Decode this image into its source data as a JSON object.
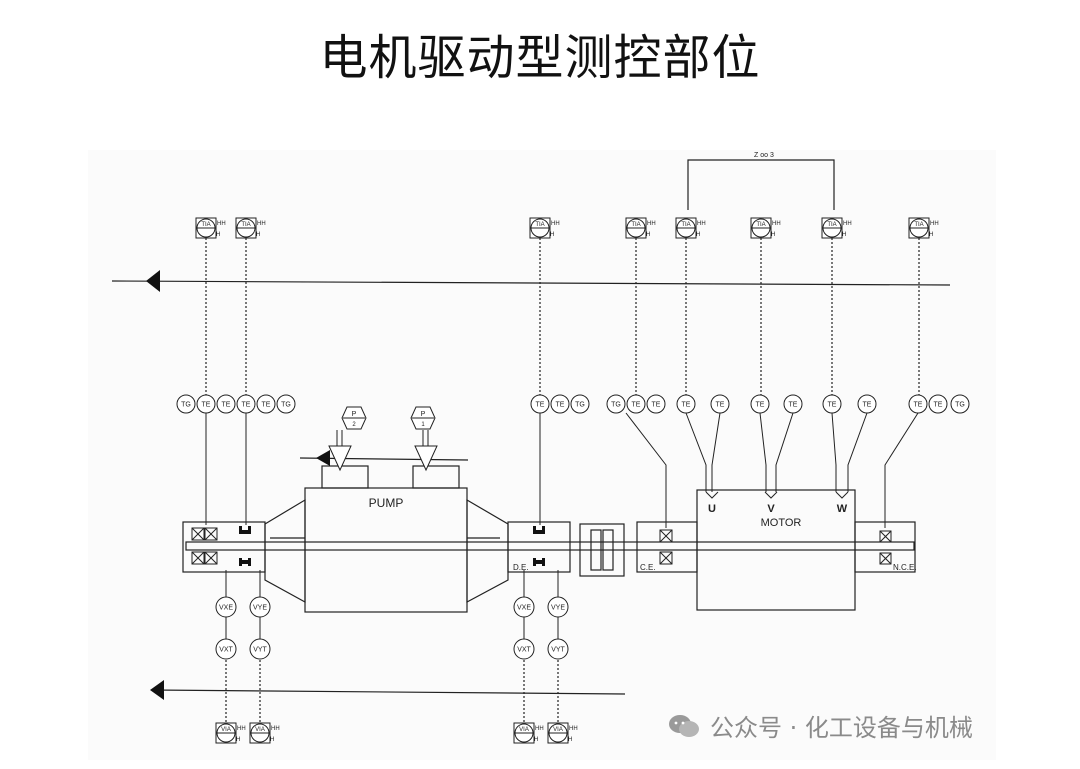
{
  "page": {
    "title": "电机驱动型测控部位"
  },
  "diagram": {
    "zone_label": "Z oo 3",
    "pump_label": "PUMP",
    "motor_label": "MOTOR",
    "de_label": "D.E.",
    "ce_label": "C.E.",
    "nce_label": "N.C.E.",
    "phases": [
      "U",
      "V",
      "W"
    ],
    "p_gauges": [
      {
        "top": "P",
        "bottom": "2"
      },
      {
        "top": "P",
        "bottom": "1"
      }
    ],
    "top_instruments": [
      {
        "label": "TIA",
        "hh": "HH",
        "h": "H"
      },
      {
        "label": "TIA",
        "hh": "HH",
        "h": "H"
      },
      {
        "label": "TIA",
        "hh": "HH",
        "h": "H"
      },
      {
        "label": "TIA",
        "hh": "HH",
        "h": "H"
      },
      {
        "label": "TIA",
        "hh": "HH",
        "h": "H"
      },
      {
        "label": "TIA",
        "hh": "HH",
        "h": "H"
      },
      {
        "label": "TIA",
        "hh": "HH",
        "h": "H"
      },
      {
        "label": "TIA",
        "hh": "HH",
        "h": "H"
      }
    ],
    "bottom_instruments": [
      {
        "label": "VIA",
        "hh": "HH",
        "h": "H"
      },
      {
        "label": "VIA",
        "hh": "HH",
        "h": "H"
      },
      {
        "label": "VIA",
        "hh": "HH",
        "h": "H"
      },
      {
        "label": "VIA",
        "hh": "HH",
        "h": "H"
      }
    ],
    "temp_circles": [
      "TG",
      "TE",
      "TE",
      "TE",
      "TE",
      "TG",
      "TE",
      "TE",
      "TG",
      "TG",
      "TE",
      "TE",
      "TE",
      "TE",
      "TE",
      "TE",
      "TE",
      "TE",
      "TE",
      "TE",
      "TG"
    ],
    "vib_circles": [
      "VXE",
      "VYE",
      "VXT",
      "VYT",
      "VXE",
      "VYE",
      "VXT",
      "VYT"
    ]
  },
  "watermark": {
    "text": "公众号 · 化工设备与机械"
  }
}
